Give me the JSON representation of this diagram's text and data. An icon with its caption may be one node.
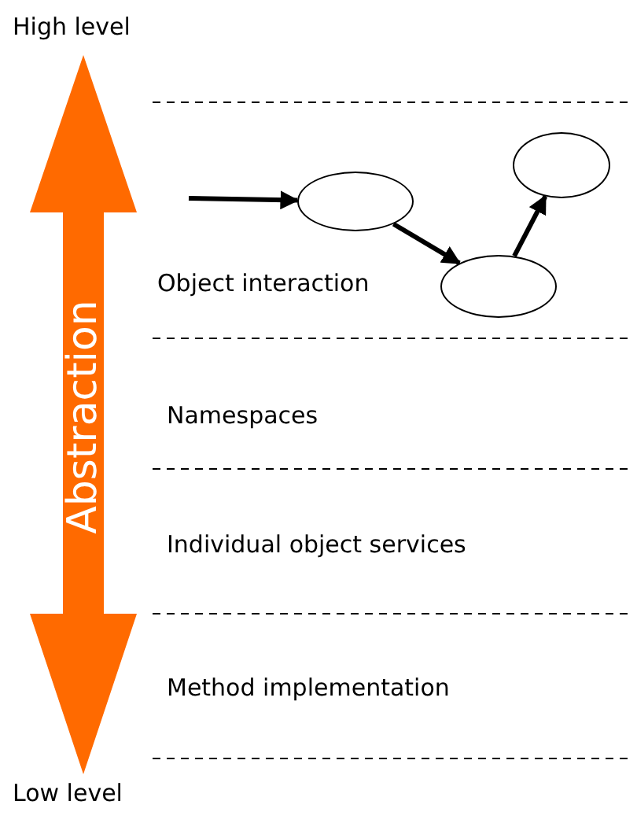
{
  "diagram": {
    "nodes": [
      {
        "text": [],
        "shape": "ellipse"
      },
      {
        "text": [],
        "shape": "ellipse"
      },
      {
        "text": [],
        "shape": "ellipse"
      }
    ],
    "edges": [
      {
        "from": null,
        "to": 0,
        "arrow": "to"
      },
      {
        "from": 0,
        "to": 1,
        "arrow": "to"
      },
      {
        "from": 1,
        "to": 2,
        "arrow": "to"
      }
    ],
    "labels": [
      "High level",
      "Abstraction",
      "Object interaction",
      "Namespaces",
      "Individual object services",
      "Method implementation",
      "Low level"
    ]
  }
}
